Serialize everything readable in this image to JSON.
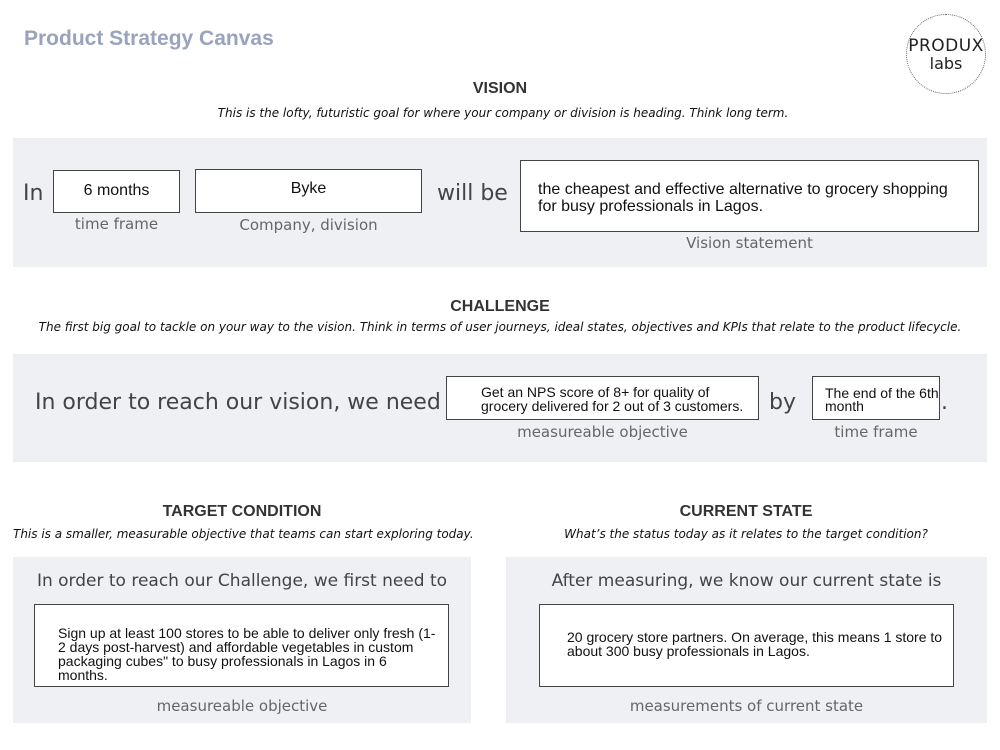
{
  "header": {
    "title": "Product Strategy Canvas",
    "logo_line1": "PRODUX",
    "logo_line2": "labs"
  },
  "vision": {
    "heading": "VISION",
    "subtitle": "This is the lofty, futuristic goal for where your company or division is heading. Think long term.",
    "prefix": "In",
    "time_frame_value": "6 months",
    "time_frame_caption": "time frame",
    "company_value": "Byke",
    "company_caption": "Company, division",
    "connector": "will be",
    "statement_value": "the cheapest and effective alternative to grocery shopping for busy professionals in Lagos.",
    "statement_caption": "Vision statement"
  },
  "challenge": {
    "heading": "CHALLENGE",
    "subtitle": "The first big goal to tackle on your way to the vision. Think in terms of user journeys, ideal states, objectives and KPIs that relate to the product lifecycle.",
    "prefix": "In order to reach our vision, we need to",
    "objective_value": "Get an NPS score of 8+ for quality of grocery delivered for 2 out of 3 customers.",
    "objective_caption": "measureable objective",
    "connector": "by",
    "time_frame_value": "The end of the 6th month",
    "time_frame_caption": "time frame",
    "suffix": "."
  },
  "target": {
    "heading": "TARGET CONDITION",
    "subtitle": "This is a smaller, measurable objective that teams can start exploring today.",
    "prompt": "In order to reach our Challenge, we first need to",
    "value": "Sign up at least 100 stores to be able to deliver only fresh (1-2 days post-harvest) and affordable vegetables in custom packaging cubes\" to busy professionals in Lagos in 6 months.",
    "caption": "measureable objective"
  },
  "current": {
    "heading": "CURRENT STATE",
    "subtitle": "What’s the status today as it relates to the target condition?",
    "prompt": "After measuring, we know our current state is",
    "value": "20 grocery store partners. On average, this means 1 store to about 300 busy professionals in Lagos.",
    "caption": "measurements of current state"
  }
}
